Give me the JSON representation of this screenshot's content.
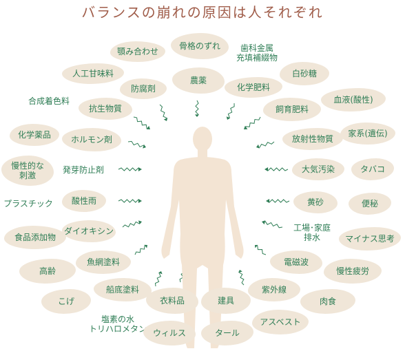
{
  "title": "バランスの崩れの原因は人それぞれ",
  "colors": {
    "text": "#2e7d55",
    "blob": "#f0e6d8",
    "figure": "#f3e4d3",
    "title": "#a05d4a"
  },
  "factors": {
    "f01": "顎み合わせ",
    "f02": "骨格のずれ",
    "f03": "歯科金属\n充填補綴物",
    "f04": "人工甘味料",
    "f05": "防腐剤",
    "f06": "農薬",
    "f07": "化学肥料",
    "f08": "白砂糖",
    "f09": "合成着色料",
    "f10": "抗生物質",
    "f11": "飼育肥料",
    "f12": "血液(酸性)",
    "f13": "化学薬品",
    "f14": "ホルモン剤",
    "f15": "放射性物質",
    "f16": "家系(遺伝)",
    "f17": "慢性的な\n刺激",
    "f18": "発芽防止剤",
    "f19": "大気汚染",
    "f20": "タバコ",
    "f21": "プラスチック",
    "f22": "酸性雨",
    "f23": "黄砂",
    "f24": "便秘",
    "f25": "食品添加物",
    "f26": "ダイオキシン",
    "f27": "工場･家庭\n排水",
    "f28": "マイナス思考",
    "f29": "魚網塗料",
    "f30": "電磁波",
    "f31": "高齢",
    "f32": "慢性疲労",
    "f33": "船底塗料",
    "f34": "紫外線",
    "f35": "こげ",
    "f36": "衣料品",
    "f37": "建具",
    "f38": "肉食",
    "f39": "塩素の水\nトリハロメタン",
    "f40": "アスベスト",
    "f41": "ウィルス",
    "f42": "タール"
  }
}
